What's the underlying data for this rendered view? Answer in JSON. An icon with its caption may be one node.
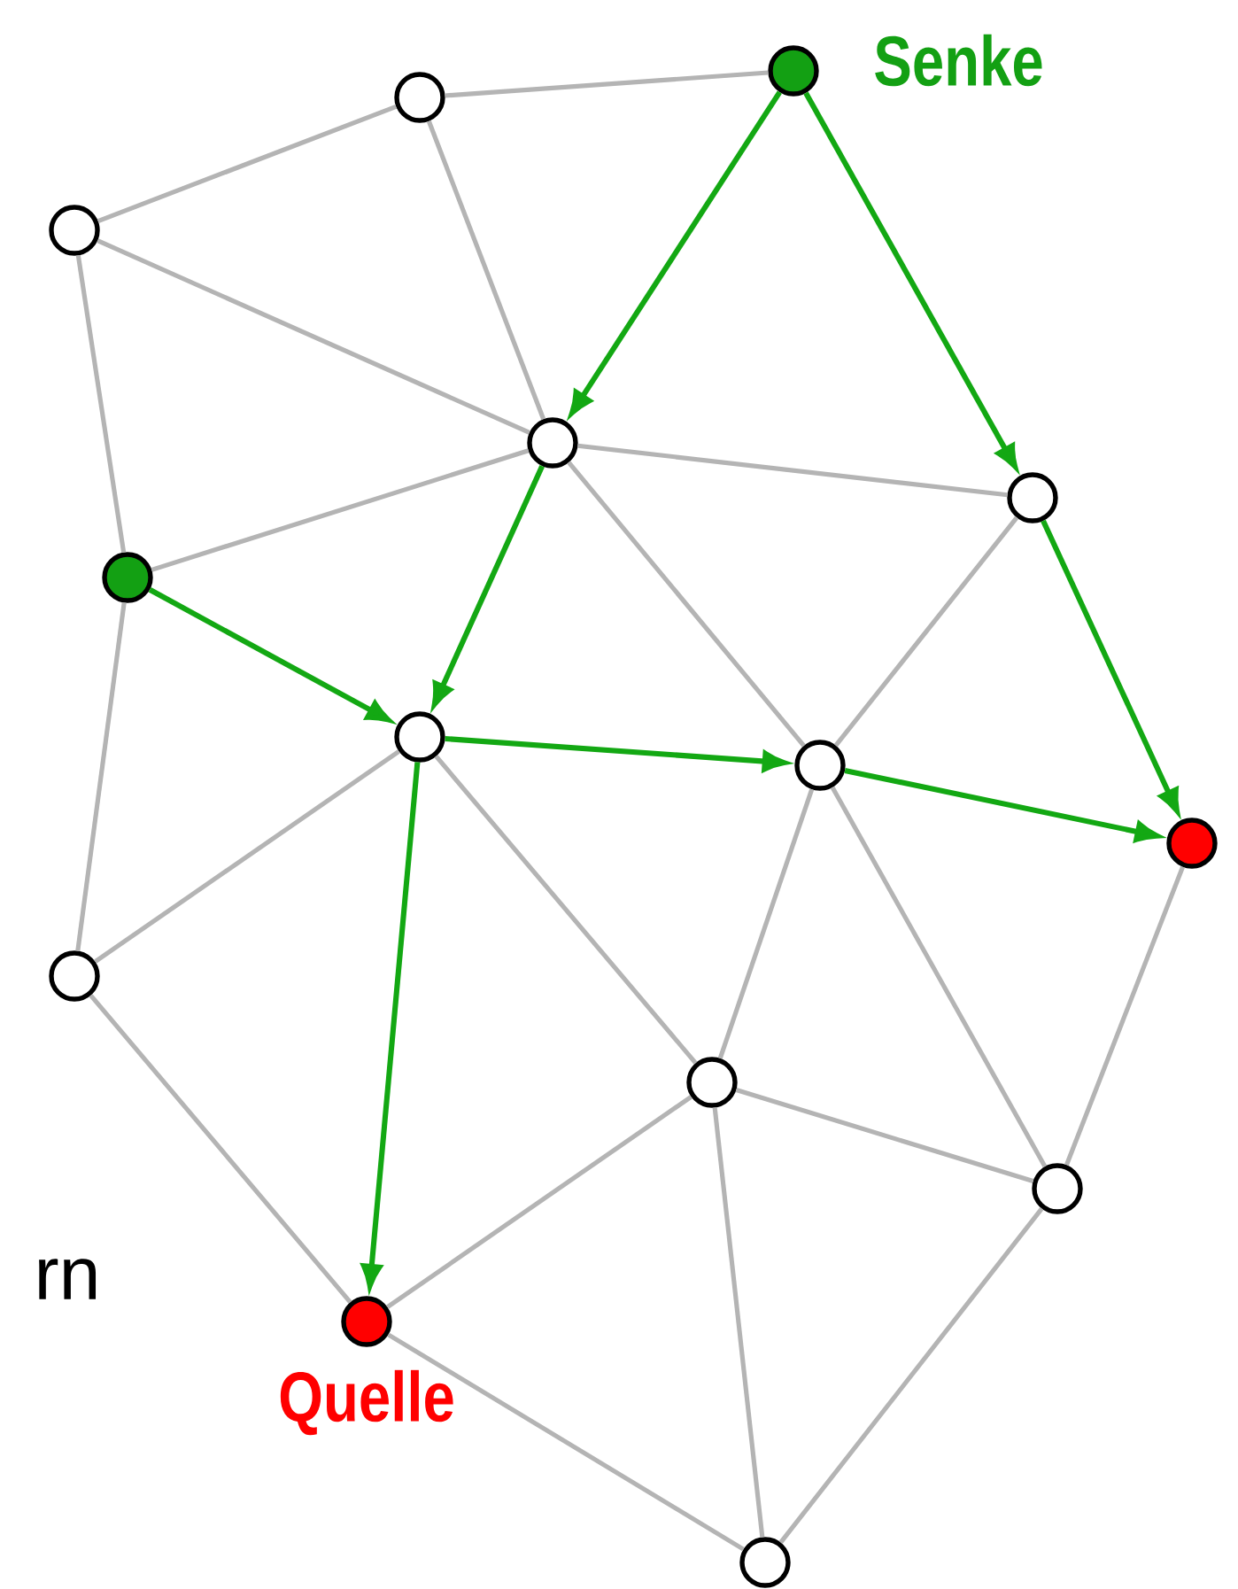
{
  "diagram": {
    "nodes": [
      {
        "text": [],
        "shape": "circle"
      },
      {
        "text": [],
        "shape": "circle",
        "beside": [
          "Senke"
        ]
      },
      {
        "text": [],
        "shape": "circle"
      },
      {
        "text": [],
        "shape": "circle"
      },
      {
        "text": [],
        "shape": "circle"
      },
      {
        "text": [],
        "shape": "circle"
      },
      {
        "text": [],
        "shape": "circle"
      },
      {
        "text": [],
        "shape": "circle"
      },
      {
        "text": [],
        "shape": "circle"
      },
      {
        "text": [],
        "shape": "circle"
      },
      {
        "text": [],
        "shape": "circle"
      },
      {
        "text": [],
        "shape": "circle"
      },
      {
        "text": [],
        "shape": "circle",
        "beside": [
          "Quelle"
        ]
      },
      {
        "text": [],
        "shape": "circle"
      }
    ],
    "edges": [
      {
        "from": 0,
        "to": 1,
        "arrow": "none"
      },
      {
        "from": 0,
        "to": 2,
        "arrow": "none"
      },
      {
        "from": 0,
        "to": 3,
        "arrow": "none"
      },
      {
        "from": 2,
        "to": 3,
        "arrow": "none"
      },
      {
        "from": 2,
        "to": 5,
        "arrow": "none"
      },
      {
        "from": 3,
        "to": 5,
        "arrow": "none"
      },
      {
        "from": 3,
        "to": 4,
        "arrow": "none"
      },
      {
        "from": 3,
        "to": 7,
        "arrow": "none"
      },
      {
        "from": 4,
        "to": 7,
        "arrow": "none"
      },
      {
        "from": 5,
        "to": 9,
        "arrow": "none"
      },
      {
        "from": 6,
        "to": 9,
        "arrow": "none"
      },
      {
        "from": 6,
        "to": 10,
        "arrow": "none"
      },
      {
        "from": 9,
        "to": 12,
        "arrow": "none"
      },
      {
        "from": 7,
        "to": 10,
        "arrow": "none"
      },
      {
        "from": 7,
        "to": 11,
        "arrow": "none"
      },
      {
        "from": 8,
        "to": 11,
        "arrow": "none"
      },
      {
        "from": 10,
        "to": 12,
        "arrow": "none"
      },
      {
        "from": 10,
        "to": 11,
        "arrow": "none"
      },
      {
        "from": 10,
        "to": 13,
        "arrow": "none"
      },
      {
        "from": 12,
        "to": 13,
        "arrow": "none"
      },
      {
        "from": 11,
        "to": 13,
        "arrow": "none"
      },
      {
        "from": 1,
        "to": 3,
        "arrow": "to",
        "color": "#13a813"
      },
      {
        "from": 1,
        "to": 4,
        "arrow": "to",
        "color": "#13a813"
      },
      {
        "from": 3,
        "to": 6,
        "arrow": "to",
        "color": "#13a813"
      },
      {
        "from": 5,
        "to": 6,
        "arrow": "to",
        "color": "#13a813"
      },
      {
        "from": 6,
        "to": 7,
        "arrow": "to",
        "color": "#13a813"
      },
      {
        "from": 7,
        "to": 8,
        "arrow": "to",
        "color": "#13a813"
      },
      {
        "from": 4,
        "to": 8,
        "arrow": "to",
        "color": "#13a813"
      },
      {
        "from": 6,
        "to": 12,
        "arrow": "to",
        "color": "#13a813"
      }
    ],
    "labels": [
      "rn"
    ]
  }
}
